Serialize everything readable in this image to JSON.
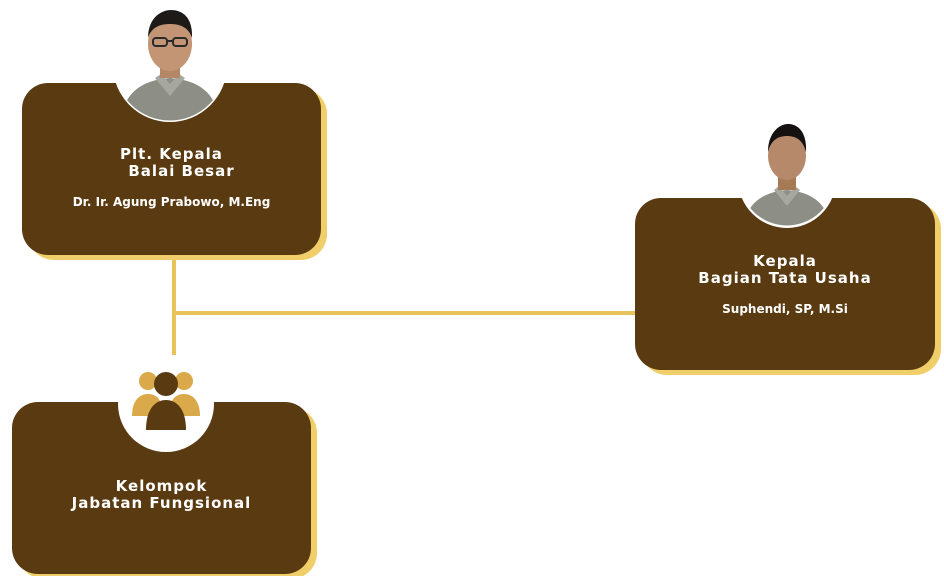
{
  "nodes": {
    "head": {
      "title_line1": "Plt. Kepala",
      "title_line2": "Balai Besar",
      "name": "Dr. Ir. Agung Prabowo, M.Eng",
      "photo_icon": "person-photo-icon"
    },
    "admin": {
      "title_line1": "Kepala",
      "title_line2": "Bagian Tata Usaha",
      "name": "Suphendi, SP, M.Si",
      "photo_icon": "person-photo-icon"
    },
    "functional": {
      "title_line1": "Kelompok",
      "title_line2": "Jabatan Fungsional",
      "icon": "group-icon"
    }
  },
  "colors": {
    "card": "#5a3a10",
    "accent": "#e8c25a",
    "shadow": "#f0cf6a"
  }
}
